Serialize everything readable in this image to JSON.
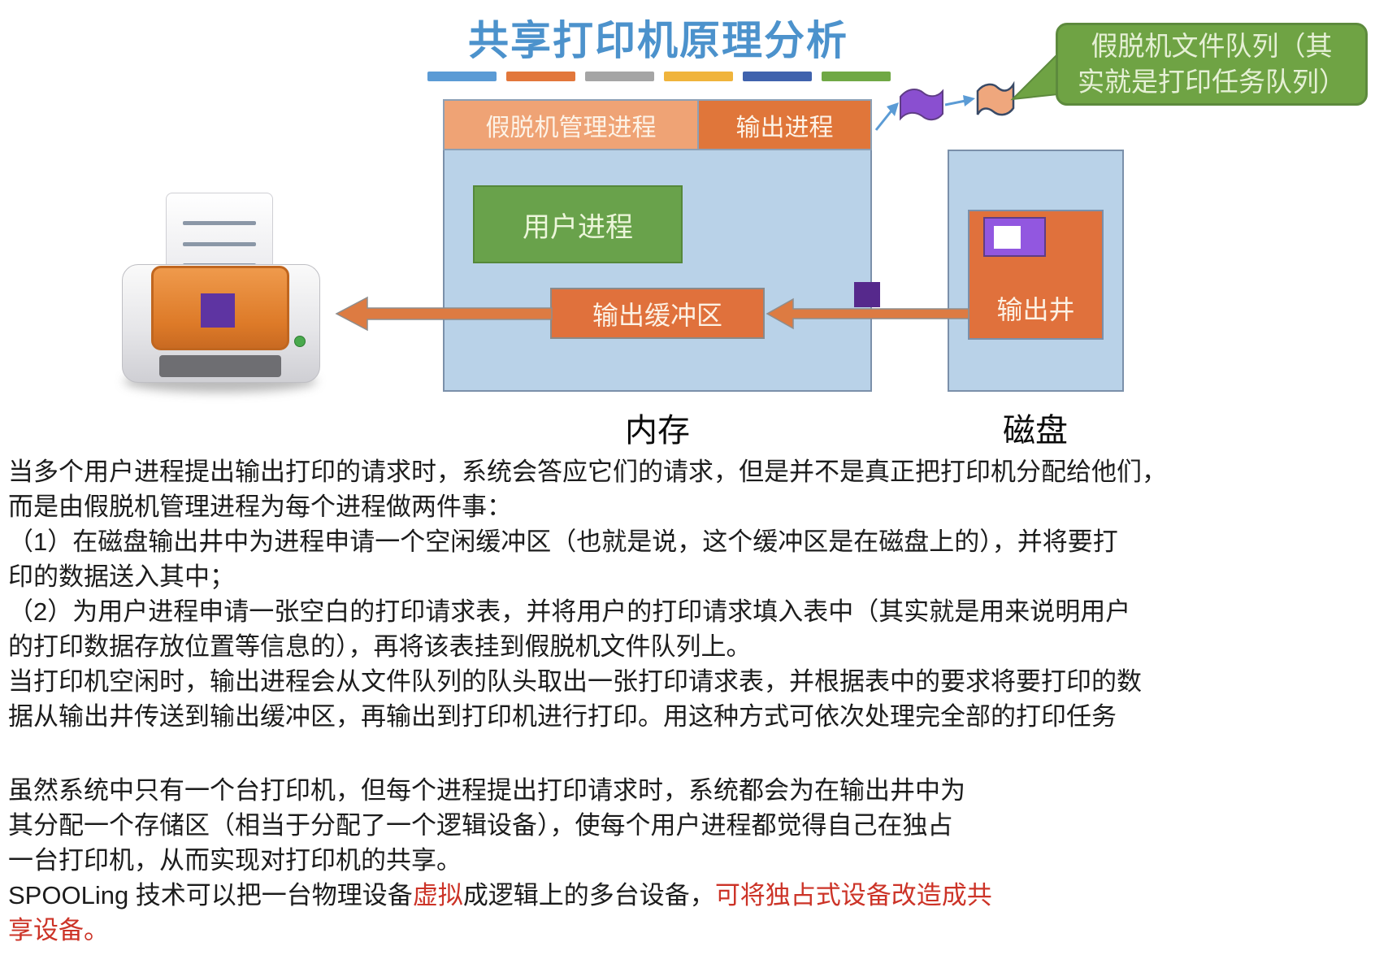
{
  "title": "共享打印机原理分析",
  "accent_dashes": [
    "#5b9bd5",
    "#e2773b",
    "#a5a5a5",
    "#f0b43c",
    "#3f62ad",
    "#70a845"
  ],
  "callout": {
    "line1": "假脱机文件队列（其",
    "line2": "实就是打印任务队列）"
  },
  "diagram": {
    "spool_manager": "假脱机管理进程",
    "output_process": "输出进程",
    "user_process": "用户进程",
    "output_buffer": "输出缓冲区",
    "output_well": "输出井",
    "memory_label": "内存",
    "disk_label": "磁盘"
  },
  "colors": {
    "title_blue": "#4c92cc",
    "box_light_blue": "#b9d2e8",
    "box_light_orange": "#efa375",
    "box_dark_orange": "#e0713c",
    "box_green": "#69a24b",
    "callout_green": "#6fa344",
    "arrow_orange": "#dd7b42",
    "arrow_blue": "#5b9bd5",
    "flag_purple": "#8a4fd0",
    "flag_peach": "#efa77d",
    "token_purple": "#56298c",
    "body_red": "#cc3327"
  },
  "body": {
    "p1": [
      "当多个用户进程提出输出打印的请求时，系统会答应它们的请求，但是并不是真正把打印机分配给他们，",
      "而是由假脱机管理进程为每个进程做两件事：",
      "（1）在磁盘输出井中为进程申请一个空闲缓冲区（也就是说，这个缓冲区是在磁盘上的），并将要打",
      "印的数据送入其中；",
      "（2）为用户进程申请一张空白的打印请求表，并将用户的打印请求填入表中（其实就是用来说明用户",
      "的打印数据存放位置等信息的），再将该表挂到假脱机文件队列上。",
      "当打印机空闲时，输出进程会从文件队列的队头取出一张打印请求表，并根据表中的要求将要打印的数",
      "据从输出井传送到输出缓冲区，再输出到打印机进行打印。用这种方式可依次处理完全部的打印任务"
    ],
    "p2": [
      "虽然系统中只有一个台打印机，但每个进程提出打印请求时，系统都会为在输出井中为",
      "其分配一个存储区（相当于分配了一个逻辑设备），使每个用户进程都觉得自己在独占",
      "一台打印机，从而实现对打印机的共享。"
    ],
    "p3": {
      "black1": "SPOOLing 技术可以把一台物理设备",
      "red1": "虚拟",
      "black2": "成逻辑上的多台设备，",
      "red2": "可将独占式设备改造成共",
      "red3": "享设备。"
    }
  }
}
